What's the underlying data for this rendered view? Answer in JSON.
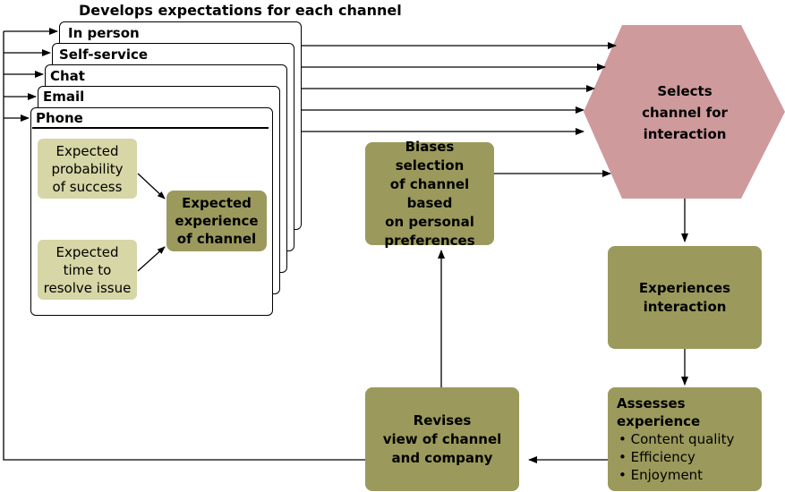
{
  "title": "Develops expectations for each channel",
  "channels": [
    "In person",
    "Self-service",
    "Chat",
    "Email",
    "Phone"
  ],
  "expectations": {
    "probability": "Expected\nprobability\nof success",
    "time": "Expected\ntime to\nresolve issue",
    "experience": "Expected\nexperience\nof channel"
  },
  "selects": "Selects\nchannel for\ninteraction",
  "biases": "Biases selection\nof channel based\non personal\npreferences",
  "experiences": "Experiences\ninteraction",
  "assesses": {
    "heading": "Assesses\nexperience",
    "items": [
      "Content quality",
      "Efficiency",
      "Enjoyment"
    ]
  },
  "revises": "Revises\nview of channel\nand company",
  "colors": {
    "hexagon": "#cf9a9c",
    "olive": "#9b9a5c",
    "light": "#d6d6a6"
  }
}
